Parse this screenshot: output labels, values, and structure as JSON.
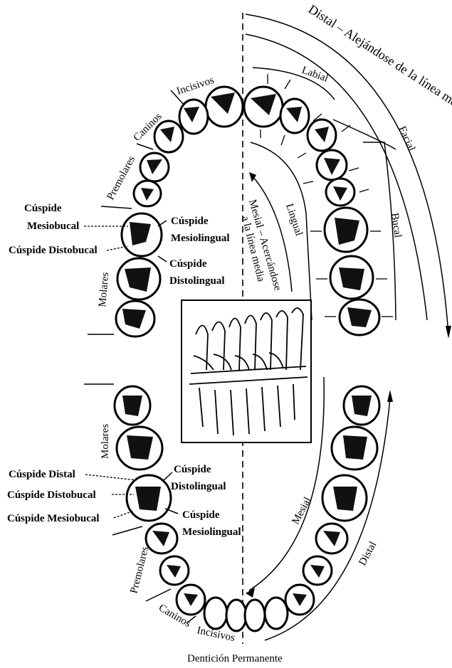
{
  "labels": {
    "distal_top": "Distal – Alejándose de la línea media",
    "mesial_mid": "Mesial – Acercándose",
    "mesial_mid_2": "a la línea media",
    "incisivos_top": "Incisivos",
    "caninos_top": "Caninos",
    "premolares_top": "Premolares",
    "molares_top": "Molares",
    "cuspide_mesiobucal_1": "Cúspide",
    "cuspide_mesiobucal_2": "Mesiobucal",
    "cuspide_distobucal_top": "Cúspide Distobucal",
    "cuspide_mesiolingual_top_1": "Cúspide",
    "cuspide_mesiolingual_top_2": "Mesiolingual",
    "cuspide_distolingual_top_1": "Cúspide",
    "cuspide_distolingual_top_2": "Distolingual",
    "labial": "Labial",
    "facial": "Facial",
    "bucal": "Bucal",
    "lingual": "Lingual",
    "molares_bottom": "Molares",
    "cuspide_distal_bottom": "Cúspide Distal",
    "cuspide_distobucal_bottom": "Cúspide Distobucal",
    "cuspide_mesiobucal_bottom": "Cúspide Mesiobucal",
    "cuspide_distolingual_bottom_1": "Cúspide",
    "cuspide_distolingual_bottom_2": "Distolingual",
    "cuspide_mesiolingual_bottom_1": "Cúspide",
    "cuspide_mesiolingual_bottom_2": "Mesiolingual",
    "premolares_bottom": "Premolares",
    "caninos_bottom": "Caninos",
    "incisivos_bottom": "Incisivos",
    "mesial_bottom": "Mesial",
    "distal_bottom": "Distal",
    "caption": "Dentición Permanente"
  }
}
